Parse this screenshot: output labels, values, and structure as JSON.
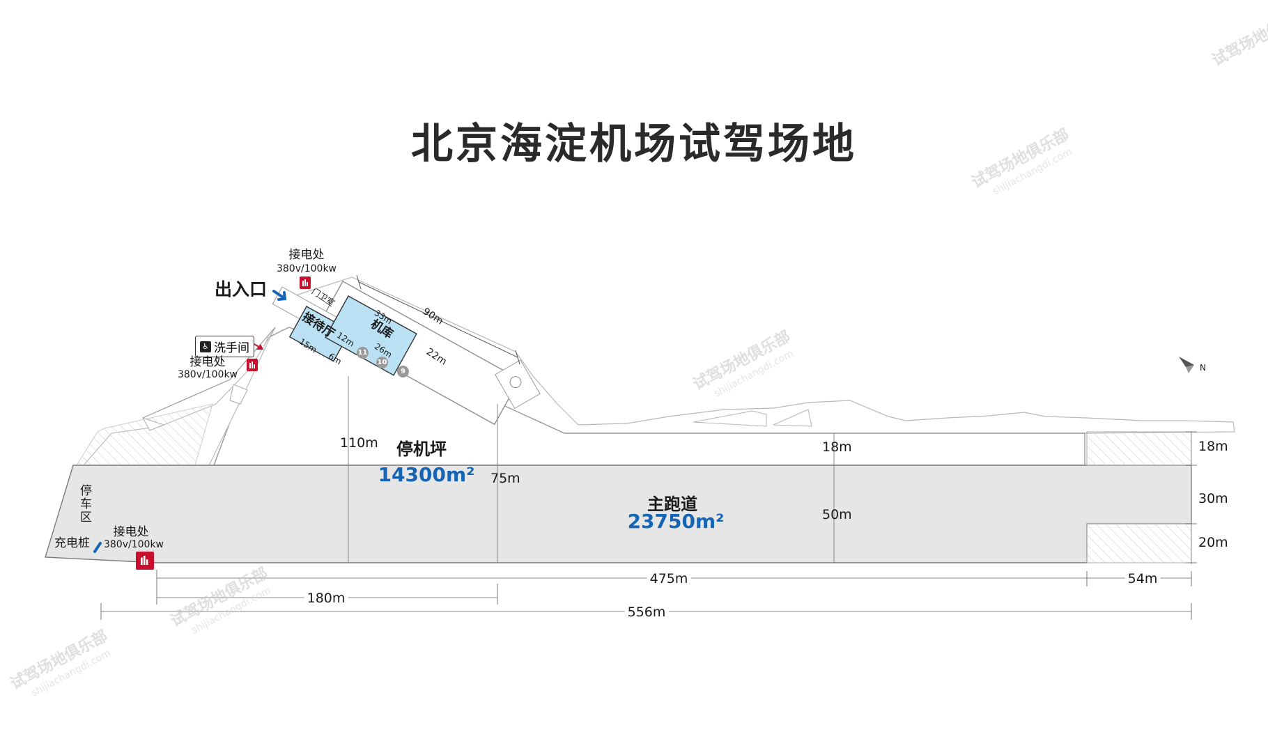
{
  "title": "北京海淀机场试驾场地",
  "watermark": {
    "brand": "试驾场地俱乐部",
    "site": "shijiachangdi.com"
  },
  "labels": {
    "entry": "出入口",
    "guard_room": "门卫室",
    "restroom": "洗手间",
    "reception": "接待厅",
    "hangar": "机库",
    "apron": "停机坪",
    "apron_area": "14300m²",
    "runway": "主跑道",
    "runway_area": "23750m²",
    "parking": "停车区",
    "charging": "充电桩"
  },
  "power_points": [
    {
      "name": "接电处",
      "spec": "380v/100kw"
    },
    {
      "name": "接电处",
      "spec": "380v/100kw"
    },
    {
      "name": "接电处",
      "spec": "380v/100kw"
    }
  ],
  "markers": [
    "11",
    "10",
    "9"
  ],
  "compass": "N",
  "dimensions": {
    "hangar_length": "33m",
    "hangar_width": "12m",
    "hangar_lower": "26m",
    "building_length": "90m",
    "building_width": "22m",
    "reception_length": "15m",
    "reception_width": "6m",
    "apron_depth_left": "110m",
    "apron_depth_mid": "75m",
    "apron_depth_right": "18m",
    "runway_width": "50m",
    "right_top": "18m",
    "right_mid": "30m",
    "right_bottom": "20m",
    "runway_length": "475m",
    "right_extension": "54m",
    "partial_length": "180m",
    "total_length": "556m"
  },
  "colors": {
    "runway_fill": "#e6e6e6",
    "building_fill": "#b9e0f3",
    "accent_blue": "#1565b4",
    "power_red": "#c8102e",
    "outline": "#8a8a8a"
  }
}
